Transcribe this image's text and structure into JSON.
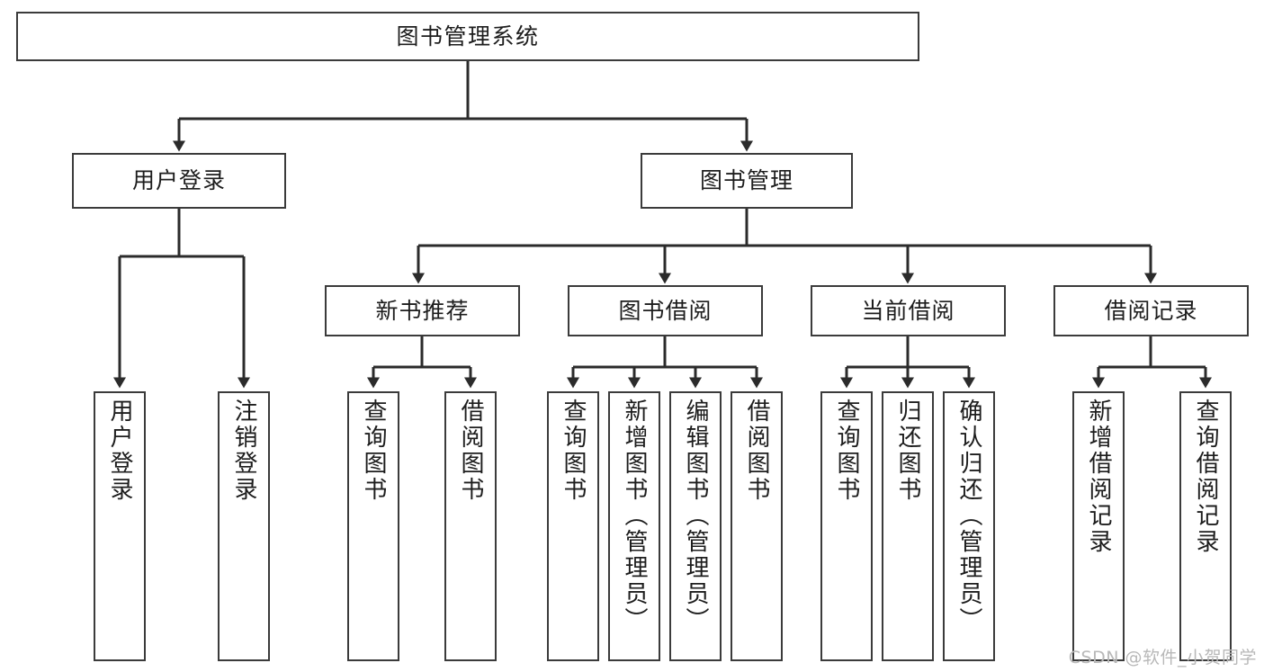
{
  "diagram": {
    "title": "图书管理系统",
    "type": "tree-hierarchy",
    "colors": {
      "box_border": "#3b3b3b",
      "box_fill": "#ffffff",
      "connector": "#2b2b2b",
      "text": "#1d1d1d",
      "watermark": "#b8b8b8"
    },
    "root": {
      "label": "图书管理系统"
    },
    "level2": [
      {
        "label": "用户登录"
      },
      {
        "label": "图书管理"
      }
    ],
    "level3": [
      {
        "label": "新书推荐"
      },
      {
        "label": "图书借阅"
      },
      {
        "label": "当前借阅"
      },
      {
        "label": "借阅记录"
      }
    ],
    "leaves": {
      "user_login": [
        {
          "label": "用户登录"
        },
        {
          "label": "注销登录"
        }
      ],
      "new_book": [
        {
          "label": "查询图书"
        },
        {
          "label": "借阅图书"
        }
      ],
      "book_borrow": [
        {
          "label": "查询图书"
        },
        {
          "label": "新增图书（管理员）"
        },
        {
          "label": "编辑图书（管理员）"
        },
        {
          "label": "借阅图书"
        }
      ],
      "current_borrow": [
        {
          "label": "查询图书"
        },
        {
          "label": "归还图书"
        },
        {
          "label": "确认归还（管理员）"
        }
      ],
      "borrow_record": [
        {
          "label": "新增借阅记录"
        },
        {
          "label": "查询借阅记录"
        }
      ]
    },
    "watermark": "CSDN @软件_小贺同学"
  }
}
